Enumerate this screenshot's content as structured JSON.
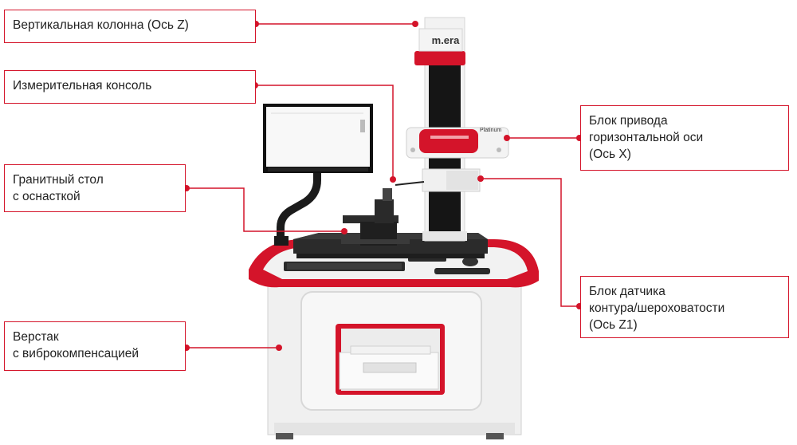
{
  "labels": {
    "vertical_column": "Вертикальная колонна (Ось Z)",
    "measuring_console": "Измерительная консоль",
    "granite_table": [
      "Гранитный стол",
      "с оснасткой"
    ],
    "workbench": [
      "Верстак",
      "с виброкомпенсацией"
    ],
    "x_drive": [
      "Блок привода",
      "горизонтальной оси",
      "(Ось X)"
    ],
    "sensor_block": [
      "Блок датчика",
      "контура/шероховатости",
      "(Ось Z1)"
    ]
  },
  "machine": {
    "brand": "m.era",
    "carriage_badge": "Platinum"
  },
  "colors": {
    "accent": "#d4142a",
    "machine_white": "#f1f1f1",
    "dark": "#1a1a1a"
  }
}
